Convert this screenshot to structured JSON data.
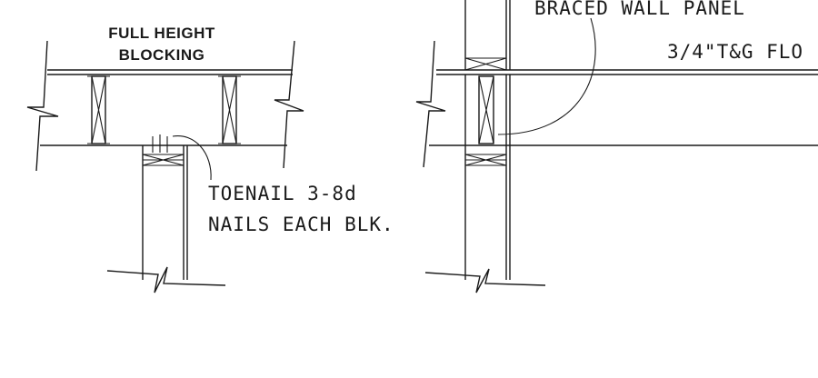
{
  "labels": {
    "blocking_line1": "FULL HEIGHT",
    "blocking_line2": "BLOCKING",
    "toenail_line1": "TOENAIL 3-8d",
    "toenail_line2": "NAILS EACH BLK.",
    "braced_wall": "BRACED WALL PANEL",
    "flooring": "3/4\"T&G FLO"
  }
}
